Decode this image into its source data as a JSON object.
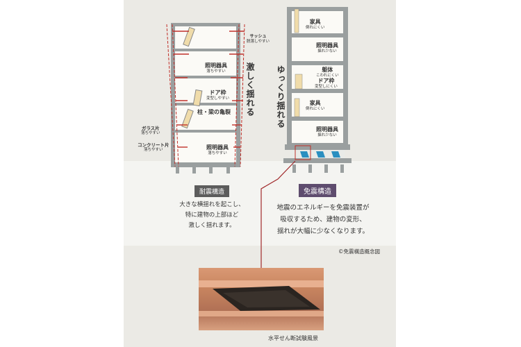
{
  "colors": {
    "seismic_badge": "#5c5c5c",
    "isolation_badge": "#5e4c6e",
    "red_lines": "#c0302a",
    "isolator": "#2a8fc0"
  },
  "left_building": {
    "motion": "激しく揺れる",
    "labels": [
      {
        "main": "サッシュ",
        "sub": "脱落しやすい"
      },
      {
        "main": "照明器具",
        "sub": "落ちやすい"
      },
      {
        "main": "ドア枠",
        "sub": "変型しやすい"
      },
      {
        "main": "柱・梁の亀裂",
        "sub": ""
      },
      {
        "main": "ガラス片",
        "sub": "落ちやすい"
      },
      {
        "main": "コンクリート片",
        "sub": "落ちやすい"
      },
      {
        "main": "照明器具",
        "sub": "落ちやすい"
      }
    ],
    "badge": "耐震構造",
    "description": [
      "大きな横揺れを起こし、",
      "特に建物の上部ほど",
      "激しく揺れます。"
    ]
  },
  "right_building": {
    "motion": "ゆっくり揺れる",
    "labels": [
      {
        "main": "家具",
        "sub": "倒れにくい"
      },
      {
        "main": "照明器具",
        "sub": "揺れ少ない"
      },
      {
        "main": "躯体",
        "sub": "こわれにくい"
      },
      {
        "main": "ドア枠",
        "sub": "変型しにくい"
      },
      {
        "main": "家具",
        "sub": "倒れにくい"
      },
      {
        "main": "照明器具",
        "sub": "揺れ少ない"
      }
    ],
    "badge": "免震構造",
    "description": [
      "地震のエネルギーを免震装置が",
      "吸収するため、建物の変形、",
      "揺れが大幅に少なくなります。"
    ]
  },
  "credit": "©免震構造概念図",
  "photo_caption": "水平せん断試験風景"
}
